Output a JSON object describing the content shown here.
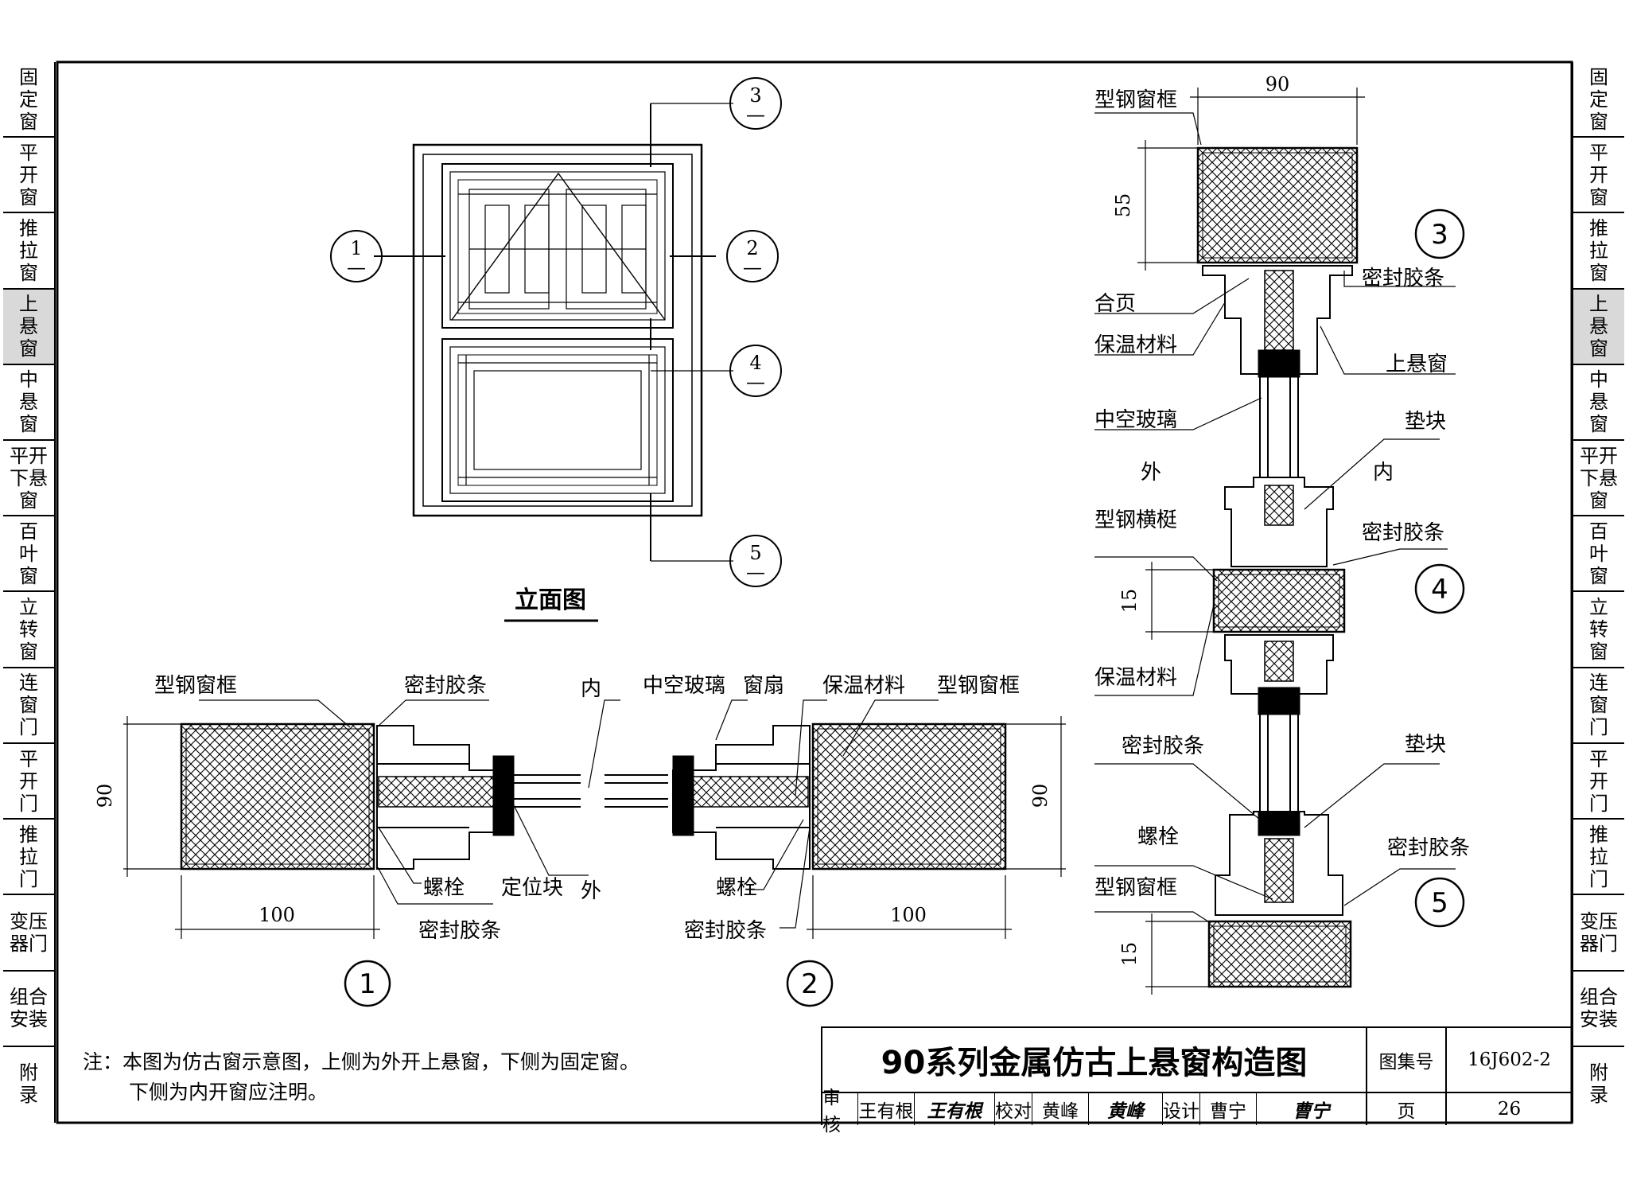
{
  "side_tabs": [
    {
      "label": "固定窗",
      "active": false
    },
    {
      "label": "平开窗",
      "active": false
    },
    {
      "label": "推拉窗",
      "active": false
    },
    {
      "label": "上悬窗",
      "active": true
    },
    {
      "label": "中悬窗",
      "active": false
    },
    {
      "label": "平开下悬窗",
      "active": false
    },
    {
      "label": "百叶窗",
      "active": false
    },
    {
      "label": "立转窗",
      "active": false
    },
    {
      "label": "连窗门",
      "active": false
    },
    {
      "label": "平开门",
      "active": false
    },
    {
      "label": "推拉门",
      "active": false
    },
    {
      "label": "变压器门",
      "active": false
    },
    {
      "label": "组合安装",
      "active": false
    },
    {
      "label": "附录",
      "active": false
    }
  ],
  "elevation": {
    "title": "立面图",
    "callouts": [
      {
        "num": "1",
        "sub": "—"
      },
      {
        "num": "2",
        "sub": "—"
      },
      {
        "num": "3",
        "sub": "—"
      },
      {
        "num": "4",
        "sub": "—"
      },
      {
        "num": "5",
        "sub": "—"
      }
    ]
  },
  "section_h": {
    "labels": {
      "frame_l": "型钢窗框",
      "seal_l": "密封胶条",
      "inner": "内",
      "glass": "中空玻璃",
      "sash": "窗扇",
      "insul": "保温材料",
      "frame_r": "型钢窗框",
      "bolt_l": "螺栓",
      "locator": "定位块",
      "outer": "外",
      "bolt_r": "螺栓",
      "seal_bl": "密封胶条",
      "seal_br": "密封胶条"
    },
    "dims": {
      "h_left": "90",
      "w_left": "100",
      "h_right": "90",
      "w_right": "100"
    },
    "markers": {
      "m1": "1",
      "m2": "2"
    }
  },
  "section_v": {
    "labels": {
      "frame_top": "型钢窗框",
      "hinge": "合页",
      "insul_a": "保温材料",
      "glass": "中空玻璃",
      "seal_a": "密封胶条",
      "top_hung": "上悬窗",
      "pad_a": "垫块",
      "outer": "外",
      "inner": "内",
      "transom": "型钢横梃",
      "seal_b": "密封胶条",
      "insul_b": "保温材料",
      "seal_c": "密封胶条",
      "pad_b": "垫块",
      "bolt": "螺栓",
      "seal_d": "密封胶条",
      "frame_bot": "型钢窗框"
    },
    "dims": {
      "top_w": "90",
      "top_h": "55",
      "mid_h": "15",
      "bot_h": "15"
    },
    "markers": {
      "m3": "3",
      "m4": "4",
      "m5": "5"
    }
  },
  "note": {
    "line1": "注：本图为仿古窗示意图，上侧为外开上悬窗，下侧为固定窗。",
    "line2": "下侧为内开窗应注明。"
  },
  "title_block": {
    "title": "90系列金属仿古上悬窗构造图",
    "atlas_label": "图集号",
    "atlas_no": "16J602-2",
    "review_label": "审核",
    "reviewer": "王有根",
    "check_label": "校对",
    "checker": "黄峰",
    "design_label": "设计",
    "designer": "曹宁",
    "page_label": "页",
    "page_no": "26"
  }
}
